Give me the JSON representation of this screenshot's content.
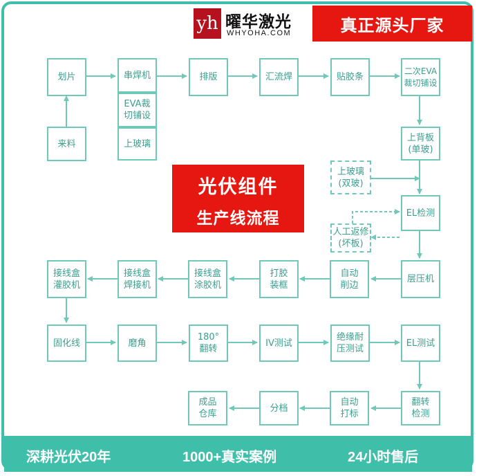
{
  "header": {
    "logo_mark": "yh",
    "logo_cn": "曜华激光",
    "logo_en": "WHYOHA.COM",
    "banner": "真正源头厂家"
  },
  "title": {
    "line1": "光伏组件",
    "line2": "生产线流程"
  },
  "steps": {
    "s1": "划片",
    "s2": "来料",
    "s3": "串焊机",
    "s4": "EVA裁\n切铺设",
    "s5": "上玻璃",
    "s6": "排版",
    "s7": "汇流焊",
    "s8": "贴胶条",
    "s9": "二次EVA\n裁切铺设",
    "s10": "上背板\n(单玻)",
    "s11": "上玻璃\n(双玻)",
    "s12": "EL检测",
    "s13": "人工返修\n(坏板)",
    "s14": "层压机",
    "s15": "自动\n削边",
    "s16": "打胶\n装框",
    "s17": "接线盒\n涂胶机",
    "s18": "接线盒\n焊接机",
    "s19": "接线盒\n灌胶机",
    "s20": "固化线",
    "s21": "磨角",
    "s22": "180°\n翻转",
    "s23": "IV测试",
    "s24": "绝缘耐\n压测试",
    "s25": "EL测试",
    "s26": "翻转\n检测",
    "s27": "自动\n打标",
    "s28": "分档",
    "s29": "成品\n仓库"
  },
  "footer": {
    "item1": "深耕光伏20年",
    "item2": "1000+真实案例",
    "item3": "24小时售后"
  },
  "colors": {
    "teal": "#3fbfaa",
    "box_border": "#6fc8b8",
    "box_text": "#3a9e8e",
    "red": "#e61610",
    "logo_red": "#b6111f"
  }
}
